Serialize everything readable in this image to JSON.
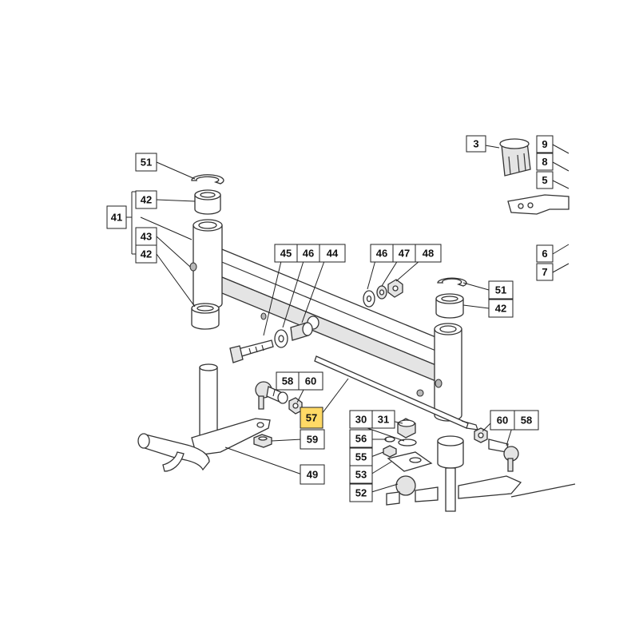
{
  "labels": {
    "l3": "3",
    "l9": "9",
    "l8": "8",
    "l5": "5",
    "l6": "6",
    "l7": "7",
    "l41": "41",
    "l51a": "51",
    "l42a": "42",
    "l43": "43",
    "l42b": "42",
    "l45": "45",
    "l46a": "46",
    "l44": "44",
    "l46b": "46",
    "l47": "47",
    "l48": "48",
    "l51b": "51",
    "l42c": "42",
    "l58a": "58",
    "l60a": "60",
    "l57": "57",
    "l59": "59",
    "l49": "49",
    "l30": "30",
    "l31": "31",
    "l56": "56",
    "l55": "55",
    "l53": "53",
    "l52": "52",
    "l60b": "60",
    "l58b": "58"
  },
  "colors": {
    "highlight": "#ffd966",
    "line": "#333333",
    "label_border": "#222222"
  }
}
